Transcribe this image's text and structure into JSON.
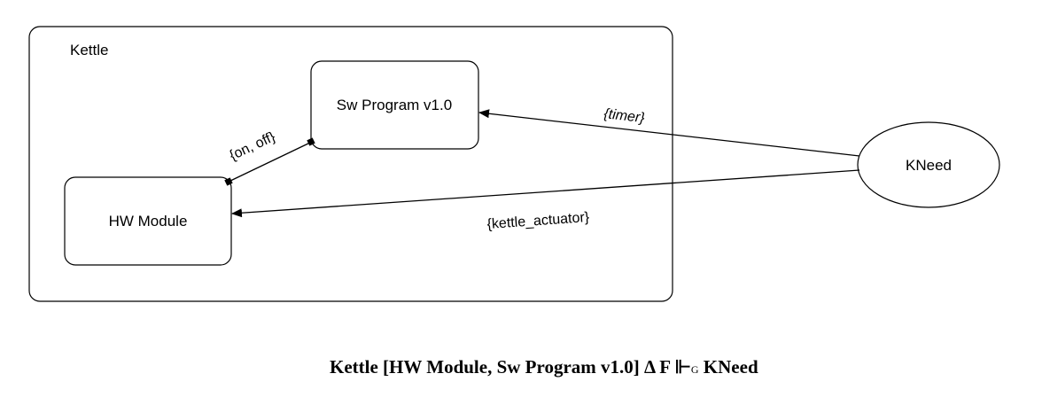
{
  "diagram": {
    "container": {
      "label": "Kettle"
    },
    "nodes": {
      "sw_program": {
        "label": "Sw Program v1.0"
      },
      "hw_module": {
        "label": "HW Module"
      },
      "kneed": {
        "label": "KNeed"
      }
    },
    "edges": {
      "on_off": {
        "label": "{on, off}"
      },
      "timer": {
        "label": "{timer}"
      },
      "kettle_actuator": {
        "label": "{kettle_actuator}"
      }
    }
  },
  "formula": {
    "system": "Kettle",
    "components": "[HW Module, Sw Program v1.0]",
    "operator": "Δ F",
    "turnstile": "⊩",
    "turnstile_sub": "G",
    "need": "KNeed"
  }
}
